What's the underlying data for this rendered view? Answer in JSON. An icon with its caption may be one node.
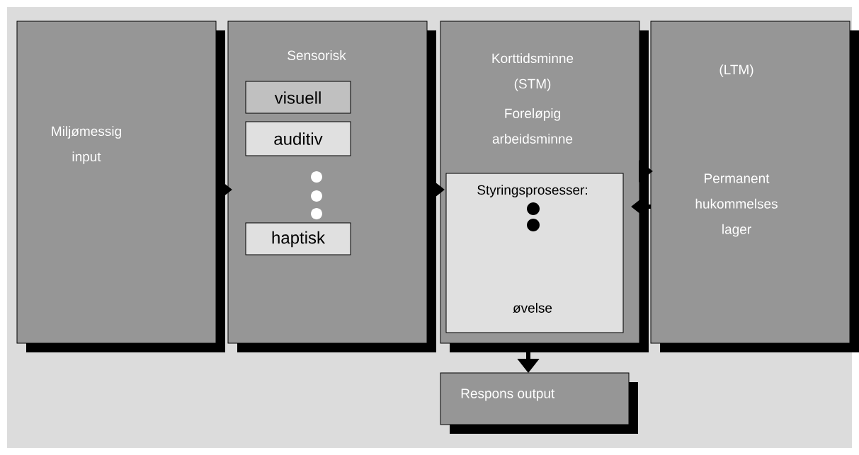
{
  "diagram": {
    "nodes": [
      {
        "text": [
          "Miljømessig input"
        ]
      },
      {
        "text": [
          "Sensorisk"
        ]
      },
      {
        "text": [
          "visuell"
        ],
        "in": 1
      },
      {
        "text": [
          "auditiv"
        ],
        "in": 1
      },
      {
        "text": [
          "haptisk"
        ],
        "in": 1
      },
      {
        "text": [
          "Korttidsminne (STM)",
          "Foreløpig arbeidsminne"
        ]
      },
      {
        "text": [
          "Styringsprosesser:",
          "øvelse"
        ],
        "in": 5
      },
      {
        "text": [
          "(LTM)",
          "Permanent hukommelses lager"
        ]
      },
      {
        "text": [
          "Respons output"
        ]
      }
    ],
    "edges": [
      {
        "from": 0,
        "to": 1,
        "arrow": "to"
      },
      {
        "from": 1,
        "to": 5,
        "arrow": "to"
      },
      {
        "from": 5,
        "to": 7,
        "arrow": "to"
      },
      {
        "from": 7,
        "to": 5,
        "arrow": "to"
      },
      {
        "from": 5,
        "to": 8,
        "arrow": "to"
      }
    ]
  }
}
